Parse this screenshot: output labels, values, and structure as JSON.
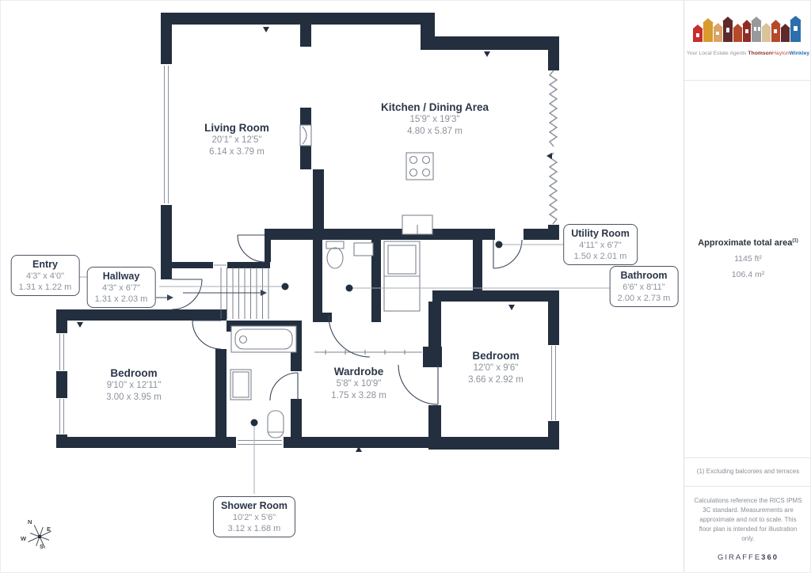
{
  "branding": {
    "tagline": "Your Local Estate Agents",
    "name_thomson": "Thomson",
    "name_hayton": "Hayton",
    "name_winkley": "Winkley",
    "colors": {
      "wall": "#232f3e",
      "thomson": "#8e2c27",
      "hayton": "#b2564a",
      "winkley": "#2c6fae"
    }
  },
  "sidebar": {
    "area_title": "Approximate total area",
    "area_note_ref": "(1)",
    "area_ft": "1145 ft²",
    "area_m": "106.4 m²",
    "footnote": "(1) Excluding balconies and terraces",
    "disclaimer": "Calculations reference the RICS IPMS 3C standard. Measurements are approximate and not to scale. This floor plan is intended for illustration only.",
    "brand_regular": "GIRAFFE",
    "brand_bold": "360"
  },
  "rooms": [
    {
      "name": "Living Room",
      "dims_ft": "20'1\" x 12'5\"",
      "dims_m": "6.14 x 3.79 m"
    },
    {
      "name": "Kitchen / Dining Area",
      "dims_ft": "15'9\" x 19'3\"",
      "dims_m": "4.80 x 5.87 m"
    },
    {
      "name": "Entry",
      "dims_ft": "4'3\" x 4'0\"",
      "dims_m": "1.31 x 1.22 m"
    },
    {
      "name": "Hallway",
      "dims_ft": "4'3\" x 6'7\"",
      "dims_m": "1.31 x 2.03 m"
    },
    {
      "name": "Utility Room",
      "dims_ft": "4'11\" x 6'7\"",
      "dims_m": "1.50 x 2.01 m"
    },
    {
      "name": "Bathroom",
      "dims_ft": "6'6\" x 8'11\"",
      "dims_m": "2.00 x 2.73 m"
    },
    {
      "name": "Bedroom",
      "dims_ft": "9'10\" x 12'11\"",
      "dims_m": "3.00 x 3.95 m"
    },
    {
      "name": "Bedroom",
      "dims_ft": "12'0\" x 9'6\"",
      "dims_m": "3.66 x 2.92 m"
    },
    {
      "name": "Wardrobe",
      "dims_ft": "5'8\" x 10'9\"",
      "dims_m": "1.75 x 3.28 m"
    },
    {
      "name": "Shower Room",
      "dims_ft": "10'2\" x 5'6\"",
      "dims_m": "3.12 x 1.68 m"
    }
  ],
  "compass": {
    "n": "N",
    "e": "E",
    "s": "S",
    "w": "W"
  }
}
